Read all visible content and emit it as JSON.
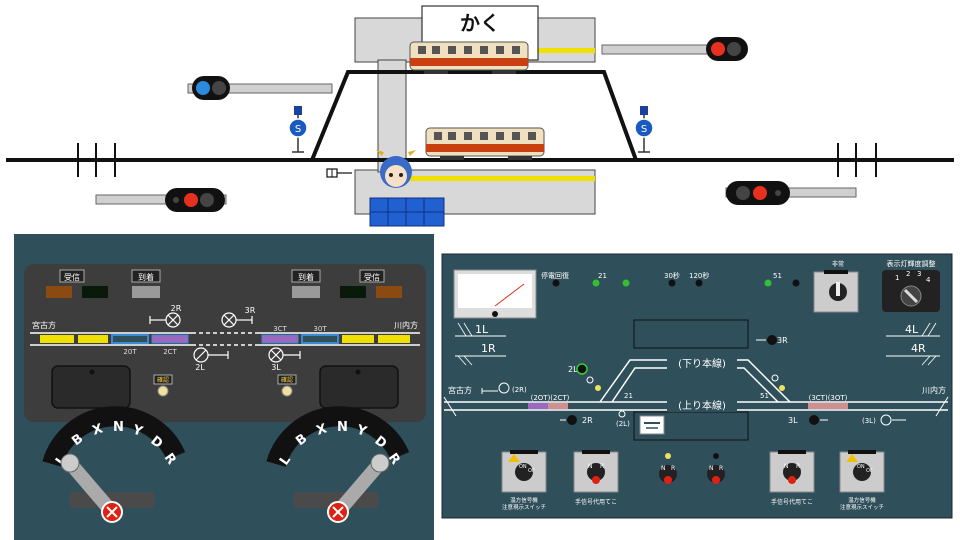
{
  "station": {
    "name": "かく"
  },
  "left_panel": {
    "btn_receive_left": "受信",
    "btn_arrive_left": "到着",
    "btn_arrive_right": "到着",
    "btn_receive_right": "受信",
    "dir_left": "宮古方",
    "dir_right": "川内方",
    "sig_2R": "2R",
    "sig_3R": "3R",
    "sig_2L": "2L",
    "sig_3L": "3L",
    "tc_20T": "20T",
    "tc_2CT": "2CT",
    "tc_3CT": "3CT",
    "tc_30T": "30T",
    "switch_left": "確認",
    "switch_right": "確認",
    "dial_letters": [
      "L",
      "B",
      "X",
      "N",
      "Y",
      "D",
      "R"
    ]
  },
  "right_panel": {
    "power_fail": "停電回復",
    "lbl_21": "21",
    "lbl_30s": "30秒",
    "lbl_120s": "120秒",
    "lbl_51": "51",
    "normal": "非常",
    "brightness": "表示灯輝度調整",
    "bright_nums": [
      "1",
      "2",
      "3",
      "4"
    ],
    "lever_1L": "1L",
    "lever_1R": "1R",
    "lever_4L": "4L",
    "lever_4R": "4R",
    "sig_3R": "3R",
    "sig_2L": "2L",
    "sig_2R": "2R",
    "sig_3L": "3L",
    "down_main": "(下り本線)",
    "up_main": "(上り本線)",
    "dir_left": "宮古方",
    "dir_right": "川内方",
    "sig_2R_paren": "(2R)",
    "sig_2L_paren": "(2L)",
    "sig_3L_paren": "(3L)",
    "tc_left": "(2OT)(2CT)",
    "tc_right": "(3CT)(3OT)",
    "sw_21": "21",
    "sw_51": "51",
    "sw_caption_left": "温方信号機\n注意現示スイッチ",
    "hand_left": "手信号代用てこ",
    "hand_right": "手信号代用てこ",
    "sw_caption_right": "温方信号機\n注意現示スイッチ",
    "tiny_labels": [
      "N",
      "R",
      "OF",
      "ON"
    ]
  },
  "colors": {
    "panel_dark": "#2f4f5a",
    "panel_inner": "#3d3d3d",
    "track_yellow": "#f0e000",
    "track_blue": "#3a8ad8",
    "track_purple": "#9a6ac0",
    "signal_red": "#e83020",
    "signal_blue": "#2a8ae0",
    "train_cream": "#f0e0c0",
    "train_red": "#c84010"
  }
}
